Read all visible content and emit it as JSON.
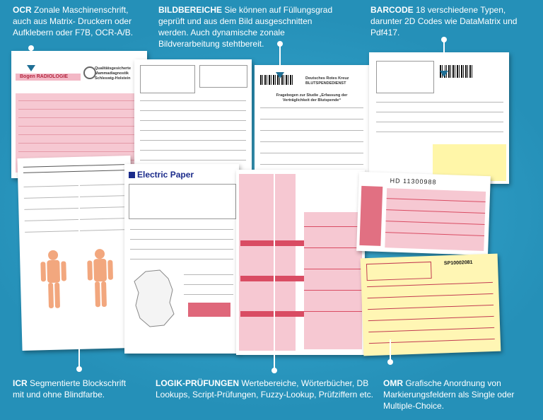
{
  "callouts": {
    "ocr": {
      "label": "OCR",
      "text": "Zonale Maschinenschrift, auch aus Matrix- Druckern oder Aufklebern oder F7B, OCR-A/B."
    },
    "bildbereiche": {
      "label": "BILDBEREICHE",
      "text": "Sie können auf Füllungsgrad geprüft und aus dem Bild ausgeschnitten werden. Auch dynamische zonale Bildverarbeitung stehtbereit."
    },
    "barcode": {
      "label": "BARCODE",
      "text": "18 verschiedene Typen, darunter 2D Codes wie DataMatrix und Pdf417."
    },
    "icr": {
      "label": "ICR",
      "text": "Segmentierte Blockschrift mit und ohne Blindfarbe."
    },
    "logik": {
      "label": "LOGIK-PRÜFUNGEN",
      "text": "Wertebereiche, Wörterbücher, DB Lookups, Script-Prüfungen, Fuzzy-Lookup, Prüfziffern etc."
    },
    "omr": {
      "label": "OMR",
      "text": "Grafische Anordnung von Markierungsfeldern als Single oder Multiple-Choice."
    }
  },
  "documents": {
    "radiologie_badge": "Bogen RADIOLOGIE",
    "quality_title": "Qualitätsgesicherte Mammadiagnostik Schleswig-Holstein",
    "survey_org": "Deutsches Rotes Kreuz BLUTSPENDEDIENST",
    "survey_title": "Fragebogen zur Studie „Erfassung der Verträglichkeit der Blutspende“",
    "electric_paper": "Electric Paper",
    "hd_number": "HD 11300988",
    "omr_code": "SP10002081"
  },
  "colors": {
    "background": "#2a97be",
    "pink": "#f6c8d2",
    "red": "#d94c63",
    "yellow": "#fff6a8"
  }
}
